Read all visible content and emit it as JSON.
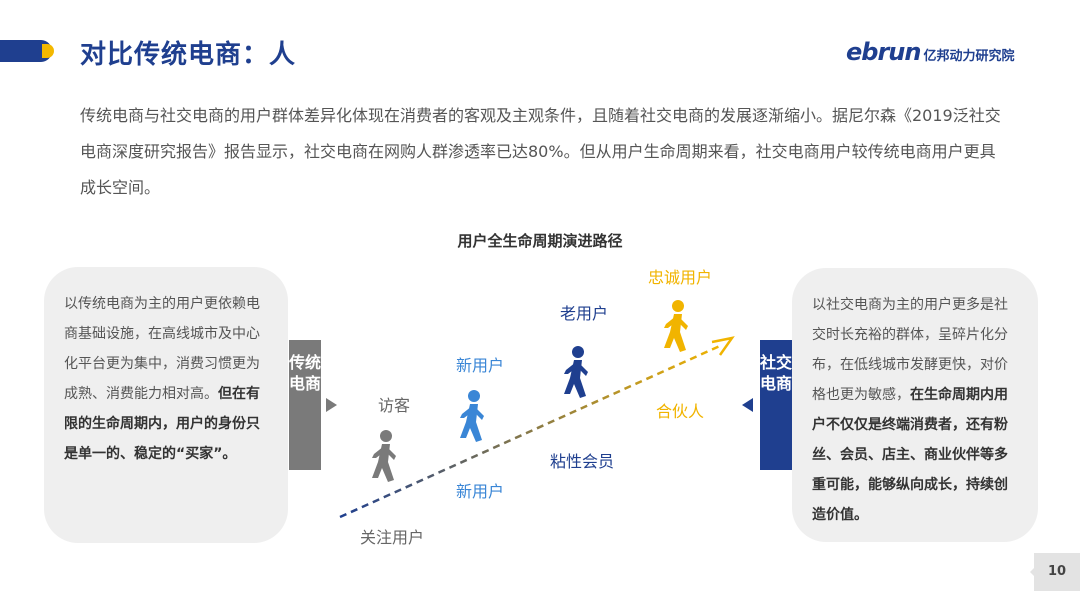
{
  "header": {
    "title": "对比传统电商：人",
    "logo_en": "ebrun",
    "logo_cn": "亿邦动力研究院"
  },
  "intro": {
    "text": "传统电商与社交电商的用户群体差异化体现在消费者的客观及主观条件，且随着社交电商的发展逐渐缩小。据尼尔森《2019泛社交电商深度研究报告》报告显示，社交电商在网购人群渗透率已达80%。但从用户生命周期来看，社交电商用户较传统电商用户更具成长空间。"
  },
  "diagram": {
    "title": "用户全生命周期演进路径",
    "left_box": {
      "text_normal": "以传统电商为主的用户更依赖电商基础设施，在高线城市及中心化平台更为集中，消费习惯更为成熟、消费能力相对高。",
      "text_bold": "但在有限的生命周期内，用户的身份只是单一的、稳定的“买家”。"
    },
    "right_box": {
      "text_normal": "以社交电商为主的用户更多是社交时长充裕的群体，呈碎片化分布，在低线城市发酵更快，对价格也更为敏感，",
      "text_bold": "在生命周期内用户不仅仅是终端消费者，还有粉丝、会员、店主、商业伙伴等多重可能，能够纵向成长，持续创造价值。"
    },
    "left_label": "传统电商",
    "right_label": "社交电商",
    "stages": {
      "visitor": "访客",
      "new_user_top": "新用户",
      "old_user": "老用户",
      "loyal_user": "忠诚用户",
      "follower": "关注用户",
      "new_user_bottom": "新用户",
      "sticky_member": "粘性会员",
      "partner": "合伙人"
    },
    "colors": {
      "gray": "#7a7a7a",
      "blue": "#3a86d6",
      "navy": "#1f3f8f",
      "gold": "#f1b400"
    }
  },
  "footer": {
    "page_number": "10"
  }
}
